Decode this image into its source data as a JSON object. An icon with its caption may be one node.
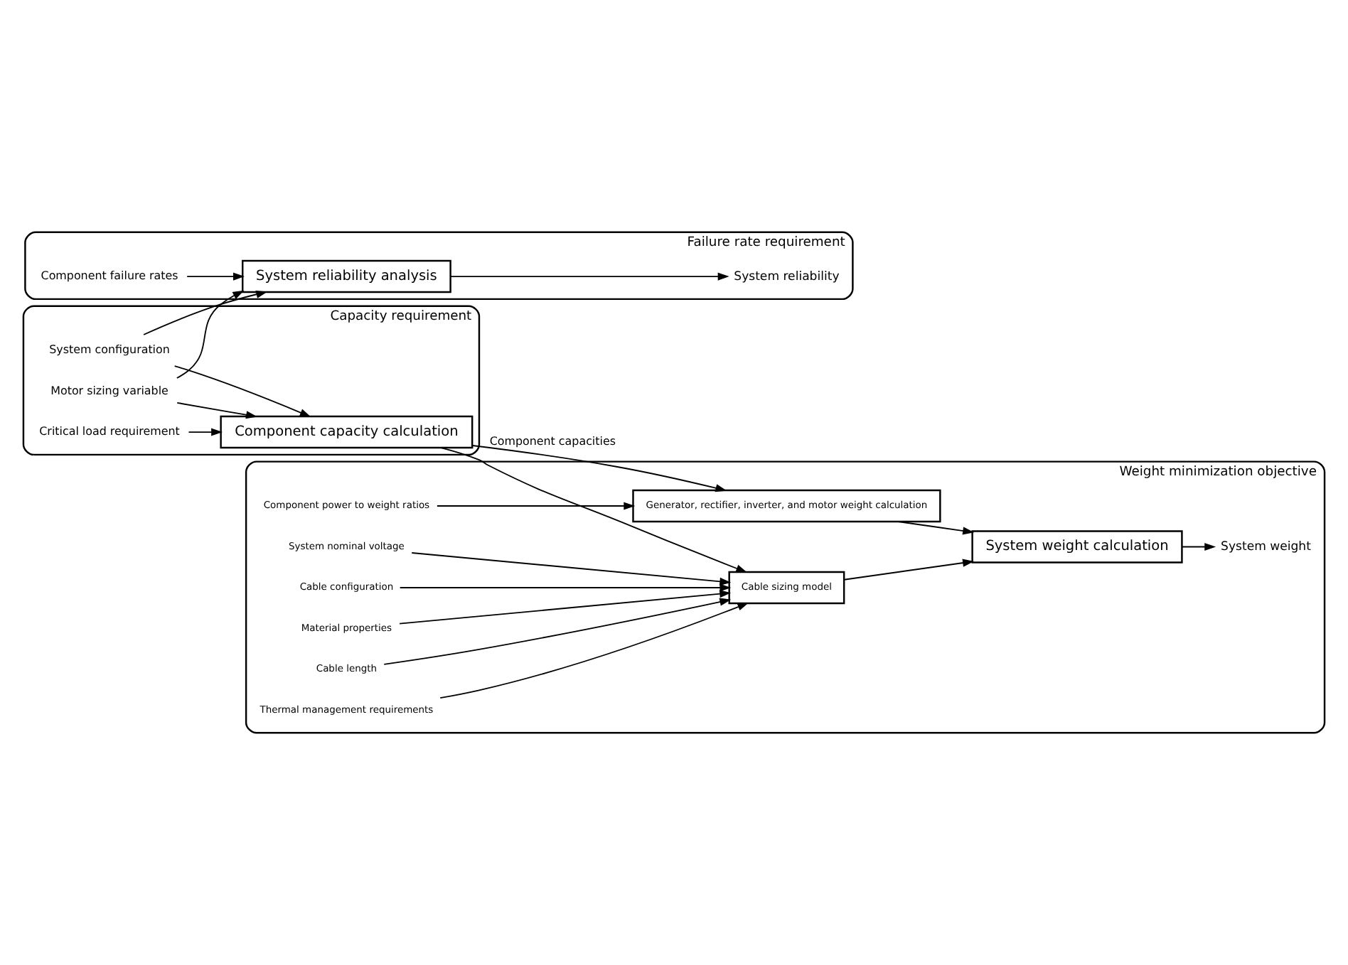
{
  "diagram": {
    "nodes": [
      {
        "text": [
          "Capacity requirement"
        ]
      },
      {
        "text": [
          "Critical load requirement"
        ],
        "in": 0
      },
      {
        "text": [
          "Motor sizing variable"
        ],
        "in": 0
      },
      {
        "text": [
          "System configuration"
        ],
        "in": 0
      },
      {
        "text": [
          "Component capacity calculation"
        ],
        "in": 0
      },
      {
        "text": [
          "Weight minimization objective"
        ]
      },
      {
        "text": [
          "Component power to weight ratios"
        ],
        "in": 5
      },
      {
        "text": [
          "Generator, rectifier, inverter, and motor weight calculation"
        ],
        "in": 5
      },
      {
        "text": [
          "System nominal voltage"
        ],
        "in": 5
      },
      {
        "text": [
          "Cable configuration"
        ],
        "in": 5
      },
      {
        "text": [
          "Material properties"
        ],
        "in": 5
      },
      {
        "text": [
          "Cable length"
        ],
        "in": 5
      },
      {
        "text": [
          "Thermal management requirements"
        ],
        "in": 5
      },
      {
        "text": [
          "Cable sizing model"
        ],
        "in": 5
      },
      {
        "text": [
          "System weight calculation"
        ],
        "in": 5
      },
      {
        "text": [
          "System weight"
        ],
        "in": 5
      },
      {
        "text": [
          "Failure rate requirement"
        ]
      },
      {
        "text": [
          "Component failure rates"
        ],
        "in": 16
      },
      {
        "text": [
          "System reliability analysis"
        ],
        "in": 16
      },
      {
        "text": [
          "System reliability"
        ],
        "in": 16
      }
    ],
    "edges": [
      {
        "from": 1,
        "to": 4,
        "arrow": "to"
      },
      {
        "from": 2,
        "to": 4,
        "arrow": "to"
      },
      {
        "from": 3,
        "to": 4,
        "arrow": "to"
      },
      {
        "from": 2,
        "to": 18,
        "arrow": "to"
      },
      {
        "from": 3,
        "to": 18,
        "arrow": "to"
      },
      {
        "from": 4,
        "to": 7,
        "arrow": "to",
        "label": "Component capacities"
      },
      {
        "from": 4,
        "to": 13,
        "arrow": "to"
      },
      {
        "from": 6,
        "to": 7,
        "arrow": "to"
      },
      {
        "from": 8,
        "to": 13,
        "arrow": "to"
      },
      {
        "from": 9,
        "to": 13,
        "arrow": "to"
      },
      {
        "from": 10,
        "to": 13,
        "arrow": "to"
      },
      {
        "from": 11,
        "to": 13,
        "arrow": "to"
      },
      {
        "from": 12,
        "to": 13,
        "arrow": "to"
      },
      {
        "from": 7,
        "to": 14,
        "arrow": "to"
      },
      {
        "from": 13,
        "to": 14,
        "arrow": "to"
      },
      {
        "from": 14,
        "to": 15,
        "arrow": "to"
      },
      {
        "from": 17,
        "to": 18,
        "arrow": "to"
      },
      {
        "from": 18,
        "to": 19,
        "arrow": "to"
      }
    ]
  }
}
